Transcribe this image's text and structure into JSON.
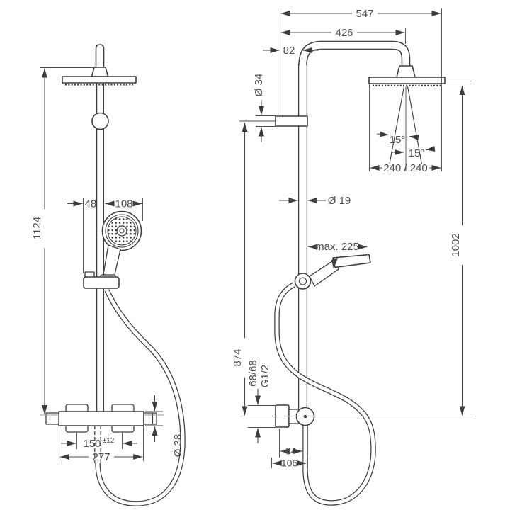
{
  "drawing": {
    "kind": "shower-system-dimension-drawing",
    "colors": {
      "line": "#3d3d3d",
      "dimension": "#4a4a4a",
      "text": "#4d4d4d",
      "centerline": "#9a9a9a",
      "background": "#ffffff"
    },
    "views": {
      "front": {
        "dims": {
          "total_height": "1124",
          "offset_left": "48",
          "offset_right": "108",
          "valve_diameter": "Ø 38",
          "handle_spacing": "150",
          "handle_spacing_tol": "±12",
          "valve_width": "277"
        }
      },
      "side": {
        "dims": {
          "reach_total": "547",
          "reach_center": "426",
          "wall_offset": "82",
          "sleeve_diameter": "Ø 34",
          "spray_angle_a": "15°",
          "spray_angle_b": "15°",
          "head_size": "240 / 240",
          "pipe_diameter": "Ø 19",
          "bar_height": "874",
          "handshower_reach": "max. 225",
          "head_height": "1002",
          "escutcheon_size": "68/68",
          "thread": "G1/2",
          "outlet_offset": "84",
          "hose_offset": "106"
        }
      }
    }
  }
}
